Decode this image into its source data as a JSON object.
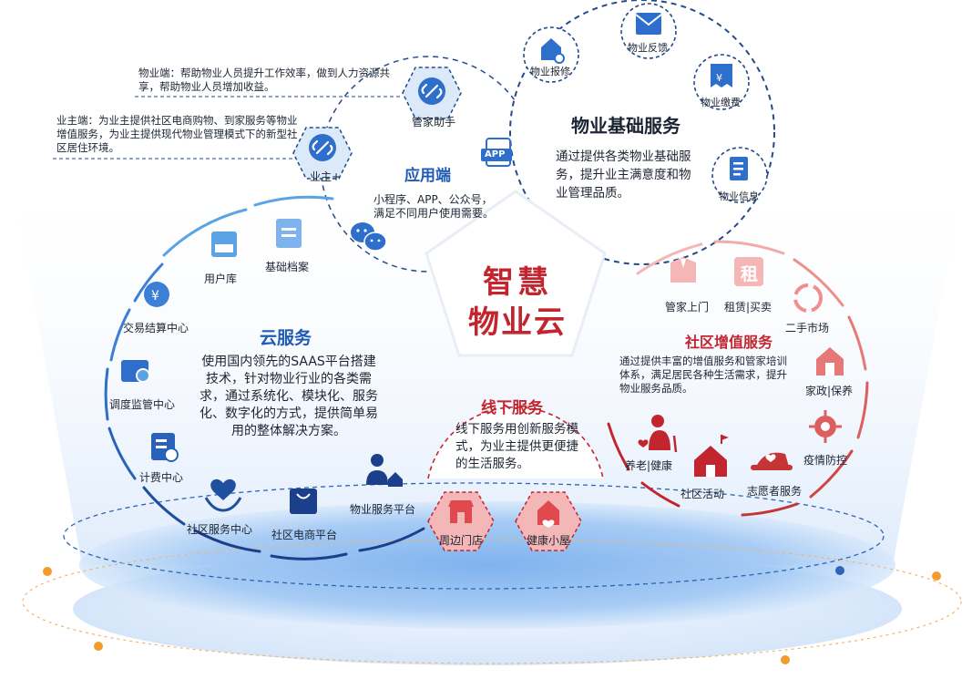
{
  "center": {
    "line1": "智慧",
    "line2": "物业云"
  },
  "app_end": {
    "title": "应用端",
    "desc": "小程序、APP、公众号，满足不同用户使用需要。",
    "app_badge": "APP",
    "hexes": [
      {
        "label": "管家助手"
      },
      {
        "label": "业主+"
      }
    ],
    "notes": [
      "物业端：帮助物业人员提升工作效率，做到人力资源共享，帮助物业人员增加收益。",
      "业主端：为业主提供社区电商购物、到家服务等物业增值服务，为业主提供现代物业管理模式下的新型社区居住环境。"
    ]
  },
  "basic_services": {
    "title": "物业基础服务",
    "desc": "通过提供各类物业基础服务，提升业主满意度和物业管理品质。",
    "items": [
      {
        "label": "物业报修",
        "icon": "house-repair-icon"
      },
      {
        "label": "物业反馈",
        "icon": "mail-feedback-icon"
      },
      {
        "label": "物业缴费",
        "icon": "payment-receipt-icon"
      },
      {
        "label": "物业信息",
        "icon": "document-info-icon"
      }
    ]
  },
  "cloud_services": {
    "title": "云服务",
    "desc": "使用国内领先的SAAS平台搭建技术，针对物业行业的各类需求，通过系统化、模块化、服务化、数字化的方式，提供简单易用的整体解决方案。",
    "items": [
      {
        "label": "基础档案",
        "icon": "archive-folder-icon"
      },
      {
        "label": "用户库",
        "icon": "user-database-icon"
      },
      {
        "label": "交易结算中心",
        "icon": "yuan-exchange-icon"
      },
      {
        "label": "调度监管中心",
        "icon": "dispatch-monitor-icon"
      },
      {
        "label": "计费中心",
        "icon": "billing-icon"
      },
      {
        "label": "社区服务中心",
        "icon": "heart-hands-icon"
      },
      {
        "label": "社区电商平台",
        "icon": "shopping-bag-icon"
      },
      {
        "label": "物业服务平台",
        "icon": "user-home-icon"
      }
    ]
  },
  "value_added": {
    "title": "社区增值服务",
    "desc": "通过提供丰富的增值服务和管家培训体系，满足居民各种生活需求，提升物业服务品质。",
    "items": [
      {
        "label": "管家上门",
        "icon": "butler-suit-icon"
      },
      {
        "label": "租赁|买卖",
        "icon": "rent-badge-icon",
        "badge": "租"
      },
      {
        "label": "二手市场",
        "icon": "recycle-icon"
      },
      {
        "label": "家政|保养",
        "icon": "housekeeping-icon"
      },
      {
        "label": "疫情防控",
        "icon": "virus-icon"
      },
      {
        "label": "志愿者服务",
        "icon": "volunteer-cap-icon"
      },
      {
        "label": "社区活动",
        "icon": "community-house-icon"
      },
      {
        "label": "养老|健康",
        "icon": "elderly-care-icon"
      }
    ]
  },
  "offline": {
    "title": "线下服务",
    "desc": "线下服务用创新服务模式，为业主提供更便捷的生活服务。",
    "hexes": [
      {
        "label": "周边门店"
      },
      {
        "label": "健康小屋"
      }
    ]
  },
  "colors": {
    "blue": "#1f5bb5",
    "navy": "#1b3f8a",
    "red": "#c3252f",
    "pink": "#f08a8d",
    "orange": "#f39c2c",
    "light_blue": "#5aa3e6"
  }
}
